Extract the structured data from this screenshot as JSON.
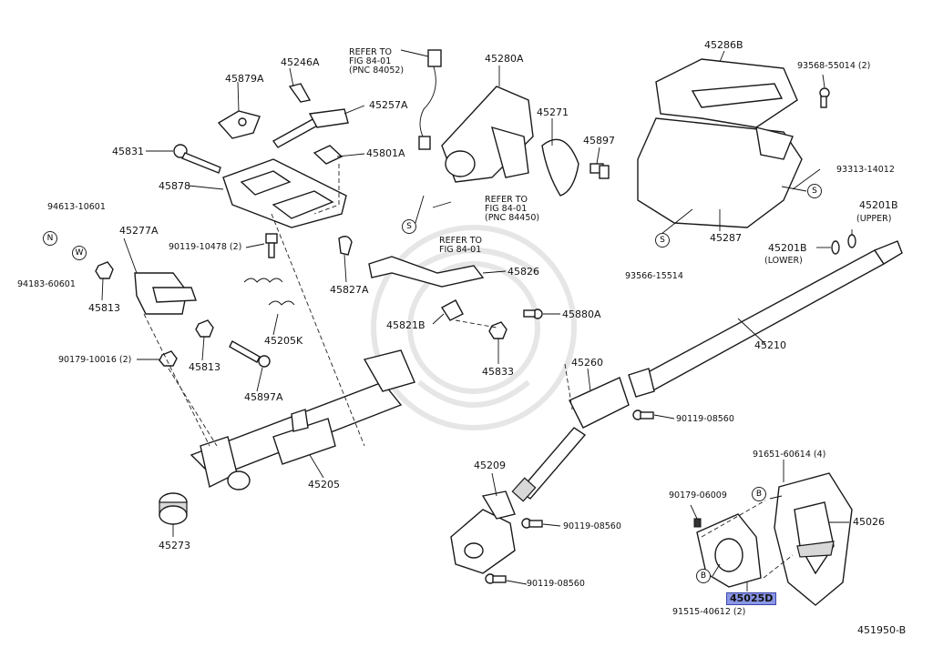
{
  "diagram_id": "451950-B",
  "labels": {
    "p45246A": "45246A",
    "p45879A": "45879A",
    "p45257A": "45257A",
    "p45831": "45831",
    "p45801A": "45801A",
    "p45878": "45878",
    "p94613": "94613-10601",
    "p45277A": "45277A",
    "p90119_10478": "90119-10478 (2)",
    "p94183": "94183-60601",
    "p45813a": "45813",
    "p45813b": "45813",
    "p90179_10016": "90179-10016 (2)",
    "p45205K": "45205K",
    "p45897A": "45897A",
    "p45827A": "45827A",
    "p45821B": "45821B",
    "p45826": "45826",
    "p45880A": "45880A",
    "p45833": "45833",
    "p45205": "45205",
    "p45273": "45273",
    "p45280A": "45280A",
    "p45271": "45271",
    "p45897": "45897",
    "p45286B": "45286B",
    "p93568": "93568-55014 (2)",
    "p93313": "93313-14012",
    "p45287": "45287",
    "p93566": "93566-15514",
    "p45201B_upper": "45201B",
    "upper": "(UPPER)",
    "p45201B_lower": "45201B",
    "lower": "(LOWER)",
    "p45210": "45210",
    "p45260": "45260",
    "p90119_08560a": "90119-08560",
    "p45209": "45209",
    "p90119_08560b": "90119-08560",
    "p90119_08560c": "90119-08560",
    "p91651": "91651-60614 (4)",
    "p90179_06009": "90179-06009",
    "p45026": "45026",
    "p91515": "91515-40612 (2)",
    "p45025D": "45025D",
    "refer1_line1": "REFER TO",
    "refer1_line2": "FIG 84-01",
    "refer1_line3": "(PNC 84052)",
    "refer2_line1": "REFER TO",
    "refer2_line2": "FIG 84-01",
    "refer2_line3": "(PNC 84450)",
    "refer3_line1": "REFER TO",
    "refer3_line2": "FIG 84-01"
  },
  "markers": {
    "n": "N",
    "w": "W",
    "s1": "S",
    "s2": "S",
    "s3": "S",
    "b1": "B",
    "b2": "B"
  },
  "colors": {
    "highlight": "#8a96e6",
    "line": "#1a1a1a"
  }
}
